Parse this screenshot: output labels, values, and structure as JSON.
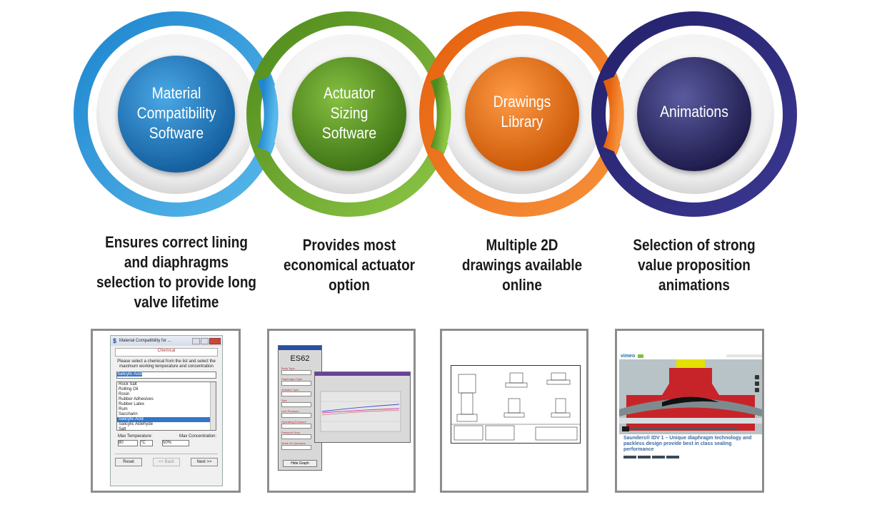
{
  "colors": {
    "blue": "#1d7fc4",
    "green": "#5e9a2a",
    "orange": "#ea6d17",
    "navy": "#2a2670"
  },
  "items": [
    {
      "title": "Material\nCompatibility\nSoftware",
      "desc": "Ensures correct lining\nand diaphragms\nselection to provide long\nvalve lifetime"
    },
    {
      "title": "Actuator\nSizing\nSoftware",
      "desc": "Provides most\neconomical actuator\noption"
    },
    {
      "title": "Drawings\nLibrary",
      "desc": "Multiple 2D\ndrawings available\nonline"
    },
    {
      "title": "Animations",
      "desc": "Selection of strong\nvalue proposition\nanimations"
    }
  ],
  "shot1": {
    "window_title": "Material Compatibility for ...",
    "tab": "Chemical",
    "instructions": "Please select a chemical from the list and select the maximum working temperature and concentration",
    "search_value": "Salicylic Acid",
    "list": [
      "Rock Salt",
      "Rolling Oil",
      "Rosin",
      "Rubber Adhesives",
      "Rubber Latex",
      "Rum",
      "Saccharin",
      "Salicylic Acid",
      "Salicylic Aldehyde",
      "Salt"
    ],
    "selected": "Salicylic Acid",
    "max_temp_label": "Max Temperature:",
    "max_conc_label": "Max Concentration:",
    "temp_value": "80",
    "temp_unit": "°C",
    "conc_value": "50%",
    "reset": "Reset",
    "back": "<< Back",
    "next": "Next >>"
  },
  "shot2": {
    "model": "ES62",
    "labels": [
      "Body Type",
      "Diaphragm Type",
      "Actuator Type",
      "Size",
      "Line Pressure",
      "Operating Pressure",
      "Pressure Drop",
      "Mode Of Operation"
    ],
    "button": "Hide Graph"
  },
  "shot4": {
    "brand": "vimeo",
    "video_title": "Saunders® IDV 1 – Unique diaphragm technology and packless design provide best in class sealing performance"
  }
}
